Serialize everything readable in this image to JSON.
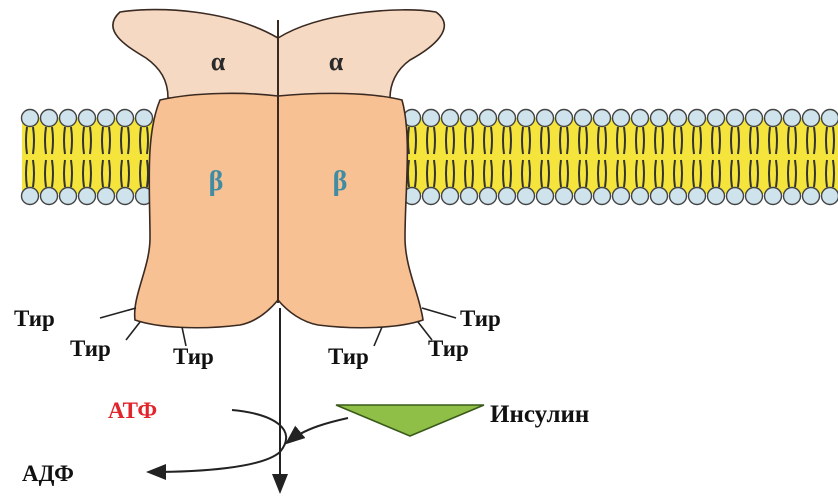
{
  "receptor": {
    "alpha_left": "α",
    "alpha_right": "α",
    "beta_left": "β",
    "beta_right": "β"
  },
  "tyrosines": {
    "left_top": "Тир",
    "left_middle": "Тир",
    "left_bottom": "Тир",
    "right_top": "Тир",
    "right_middle": "Тир",
    "right_bottom": "Тир"
  },
  "reaction": {
    "atp": "АТФ",
    "adp": "АДФ",
    "insulin": "Инсулин"
  },
  "colors": {
    "alpha_subunit": "#f6d9c2",
    "beta_subunit": "#f8c194",
    "membrane_tails": "#f5e43c",
    "lipid_heads": "#cfe3ec",
    "beta_label": "#3f8ca3",
    "atp_label": "#e2252b",
    "insulin_triangle": "#8fbf47"
  }
}
